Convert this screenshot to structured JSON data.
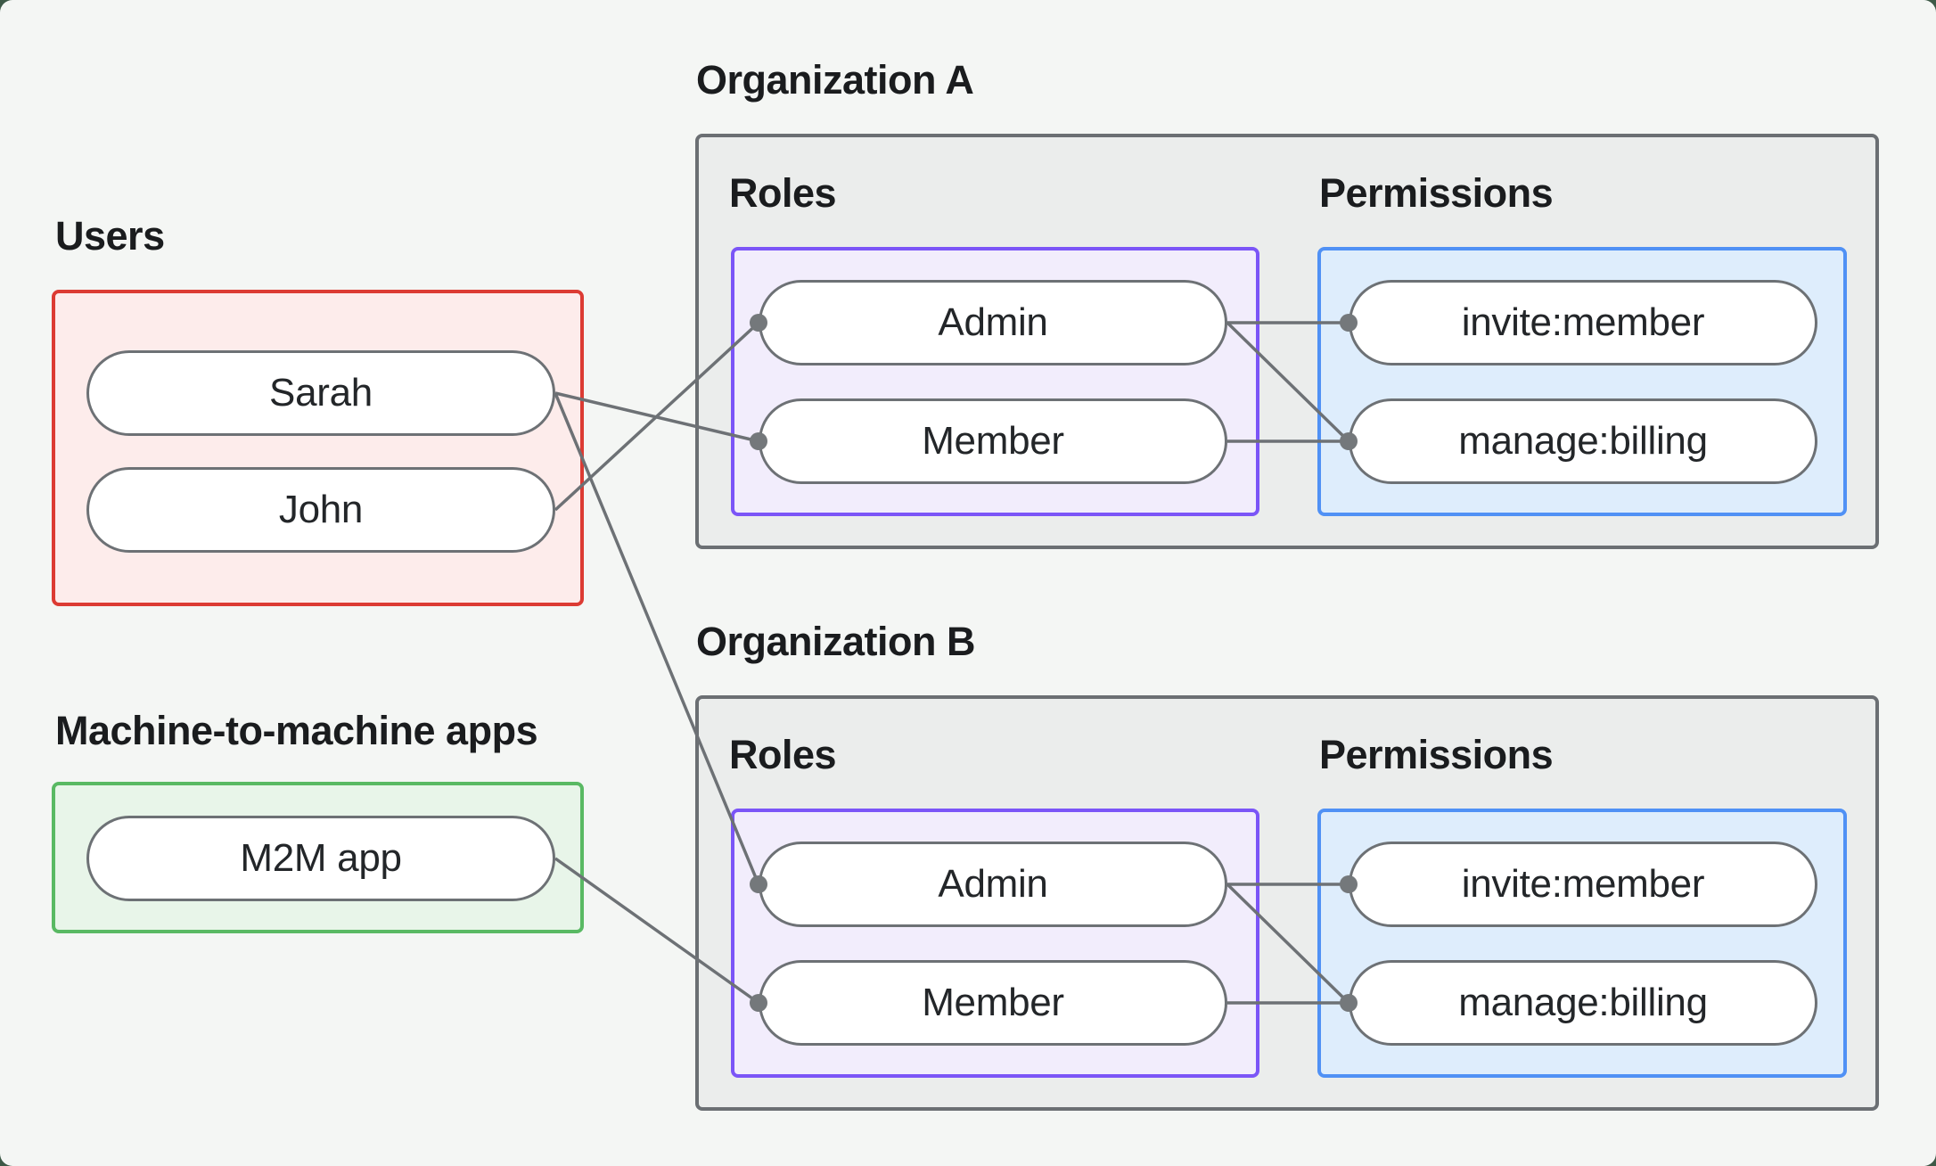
{
  "users_section": {
    "label": "Users",
    "users": [
      "Sarah",
      "John"
    ]
  },
  "m2m_section": {
    "label": "Machine-to-machine apps",
    "apps": [
      "M2M app"
    ]
  },
  "org_a": {
    "title": "Organization A",
    "roles_label": "Roles",
    "permissions_label": "Permissions",
    "roles": [
      "Admin",
      "Member"
    ],
    "permissions": [
      "invite:member",
      "manage:billing"
    ]
  },
  "org_b": {
    "title": "Organization B",
    "roles_label": "Roles",
    "permissions_label": "Permissions",
    "roles": [
      "Admin",
      "Member"
    ],
    "permissions": [
      "invite:member",
      "manage:billing"
    ]
  },
  "connections": [
    {
      "from": "Sarah",
      "to": "Organization A / Member"
    },
    {
      "from": "Sarah",
      "to": "Organization B / Admin"
    },
    {
      "from": "John",
      "to": "Organization A / Admin"
    },
    {
      "from": "M2M app",
      "to": "Organization B / Member"
    },
    {
      "from": "Organization A / Admin",
      "to": "Organization A / invite:member"
    },
    {
      "from": "Organization A / Admin",
      "to": "Organization A / manage:billing"
    },
    {
      "from": "Organization A / Member",
      "to": "Organization A / manage:billing"
    },
    {
      "from": "Organization B / Admin",
      "to": "Organization B / invite:member"
    },
    {
      "from": "Organization B / Admin",
      "to": "Organization B / manage:billing"
    },
    {
      "from": "Organization B / Member",
      "to": "Organization B / manage:billing"
    }
  ],
  "colors": {
    "page_background": "#f4f6f4",
    "frame_background": "#3d5947",
    "users_border": "#dc3b33",
    "users_fill": "#fdeceb",
    "m2m_border": "#59b963",
    "m2m_fill": "#e8f5e9",
    "org_border": "#6b6f73",
    "org_fill": "#ebedec",
    "roles_border": "#7b55f7",
    "roles_fill": "#f2edfc",
    "permissions_border": "#5091f5",
    "permissions_fill": "#deedfc",
    "connector": "#6d7175",
    "text": "#1a1c1e"
  }
}
